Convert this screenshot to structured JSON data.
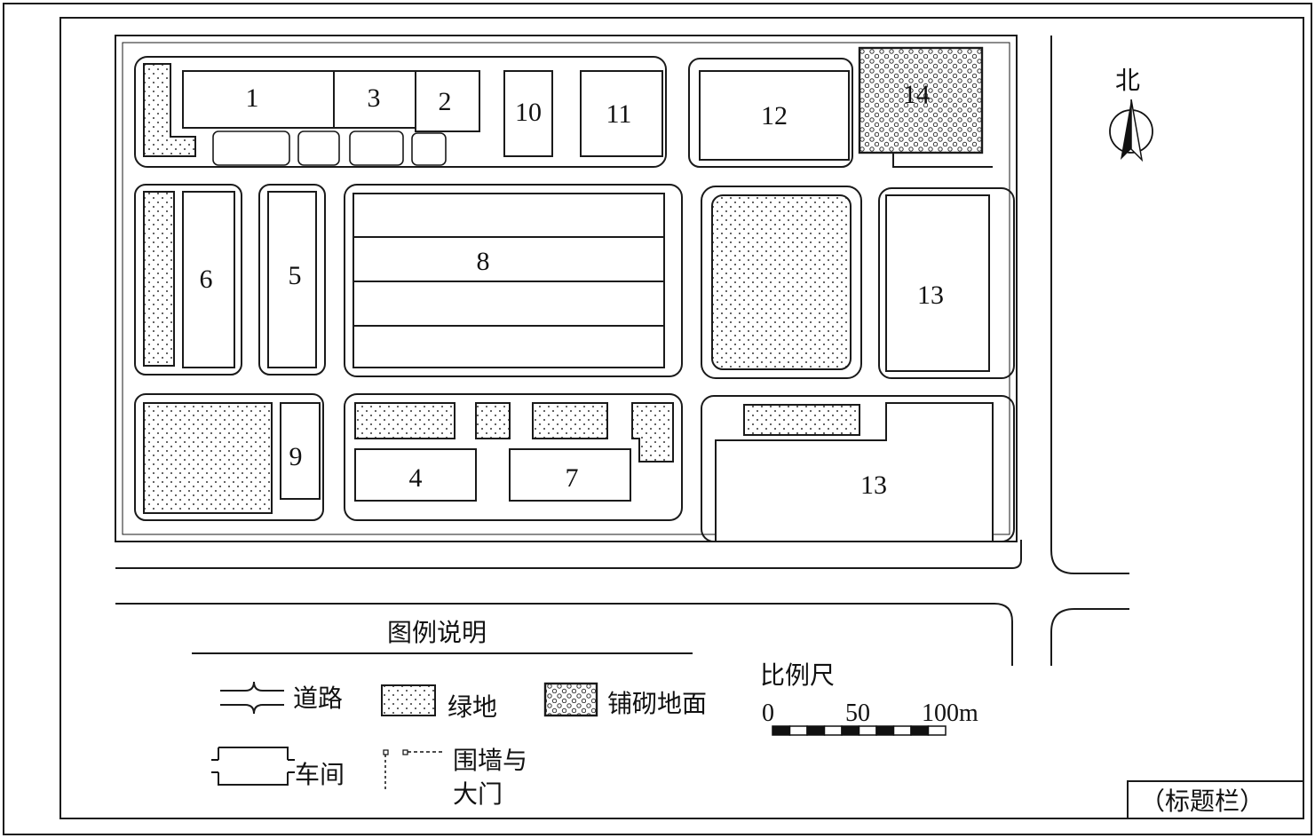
{
  "map": {
    "north_label": "北",
    "buildings": [
      {
        "id": "b1",
        "label": "1"
      },
      {
        "id": "b3",
        "label": "3"
      },
      {
        "id": "b2",
        "label": "2"
      },
      {
        "id": "b10",
        "label": "10"
      },
      {
        "id": "b11",
        "label": "11"
      },
      {
        "id": "b12",
        "label": "12"
      },
      {
        "id": "b14",
        "label": "14"
      },
      {
        "id": "b6",
        "label": "6"
      },
      {
        "id": "b5",
        "label": "5"
      },
      {
        "id": "b8",
        "label": "8"
      },
      {
        "id": "b13a",
        "label": "13"
      },
      {
        "id": "b9",
        "label": "9"
      },
      {
        "id": "b4",
        "label": "4"
      },
      {
        "id": "b7",
        "label": "7"
      },
      {
        "id": "b13b",
        "label": "13"
      }
    ]
  },
  "legend": {
    "title": "图例说明",
    "road": "道路",
    "green": "绿地",
    "paved": "铺砌地面",
    "workshop": "车间",
    "wall_gate_line1": "围墙与",
    "wall_gate_line2": "大门"
  },
  "scale": {
    "title": "比例尺",
    "tick0": "0",
    "tick50": "50",
    "tick100": "100m"
  },
  "title_block": "（标题栏）"
}
